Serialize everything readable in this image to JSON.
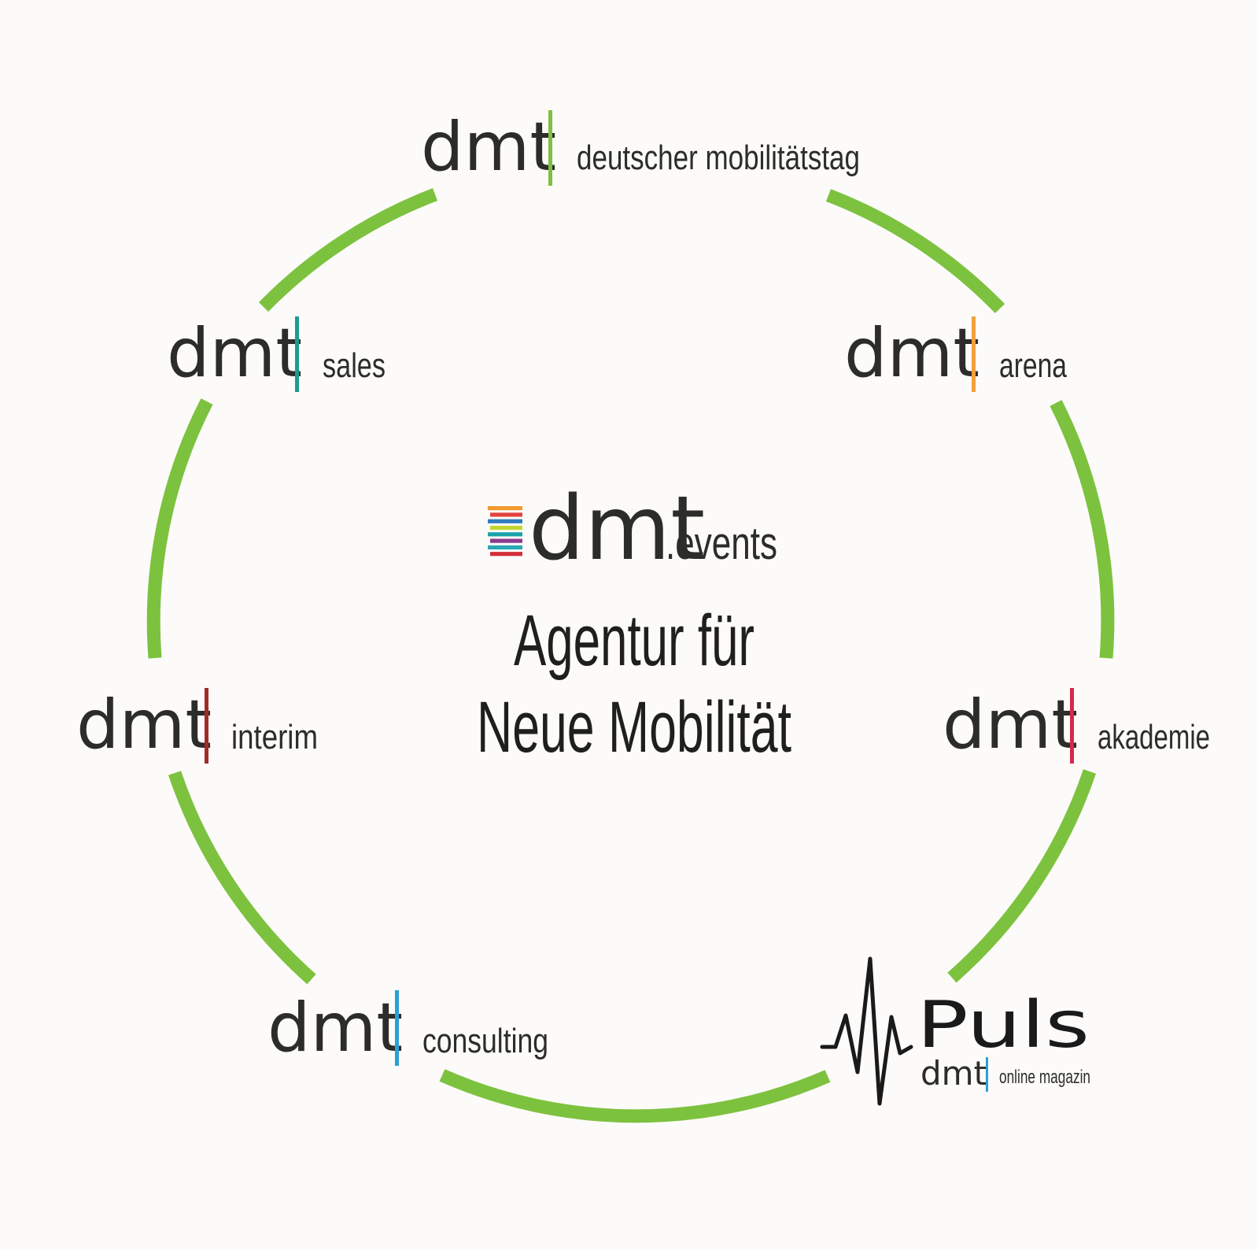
{
  "colors": {
    "ring": "#7dc23f",
    "text": "#2c2c2a",
    "background": "#fcfbf9"
  },
  "center": {
    "logo_brand": "dmt",
    "logo_suffix": ".events",
    "logo_stripes": [
      "#f39a2c",
      "#e4423d",
      "#2e7bbf",
      "#c5d630",
      "#1aa3a8",
      "#8a3a8f",
      "#2ba8b4",
      "#d22f3a"
    ],
    "tagline_line1": "Agentur für",
    "tagline_line2": "Neue Mobilität"
  },
  "nodes": [
    {
      "brand": "dmt",
      "label": "deutscher mobilitätstag",
      "divider_color": "#7dc23f"
    },
    {
      "brand": "dmt",
      "label": "sales",
      "divider_color": "#1a9c93"
    },
    {
      "brand": "dmt",
      "label": "arena",
      "divider_color": "#f2a03d"
    },
    {
      "brand": "dmt",
      "label": "interim",
      "divider_color": "#a32a2a"
    },
    {
      "brand": "dmt",
      "label": "akademie",
      "divider_color": "#d6294a"
    },
    {
      "brand": "dmt",
      "label": "consulting",
      "divider_color": "#2a9fd6"
    }
  ],
  "puls": {
    "title": "Puls",
    "brand": "dmt",
    "subtitle": "online magazin",
    "divider_color": "#2a9fd6"
  }
}
